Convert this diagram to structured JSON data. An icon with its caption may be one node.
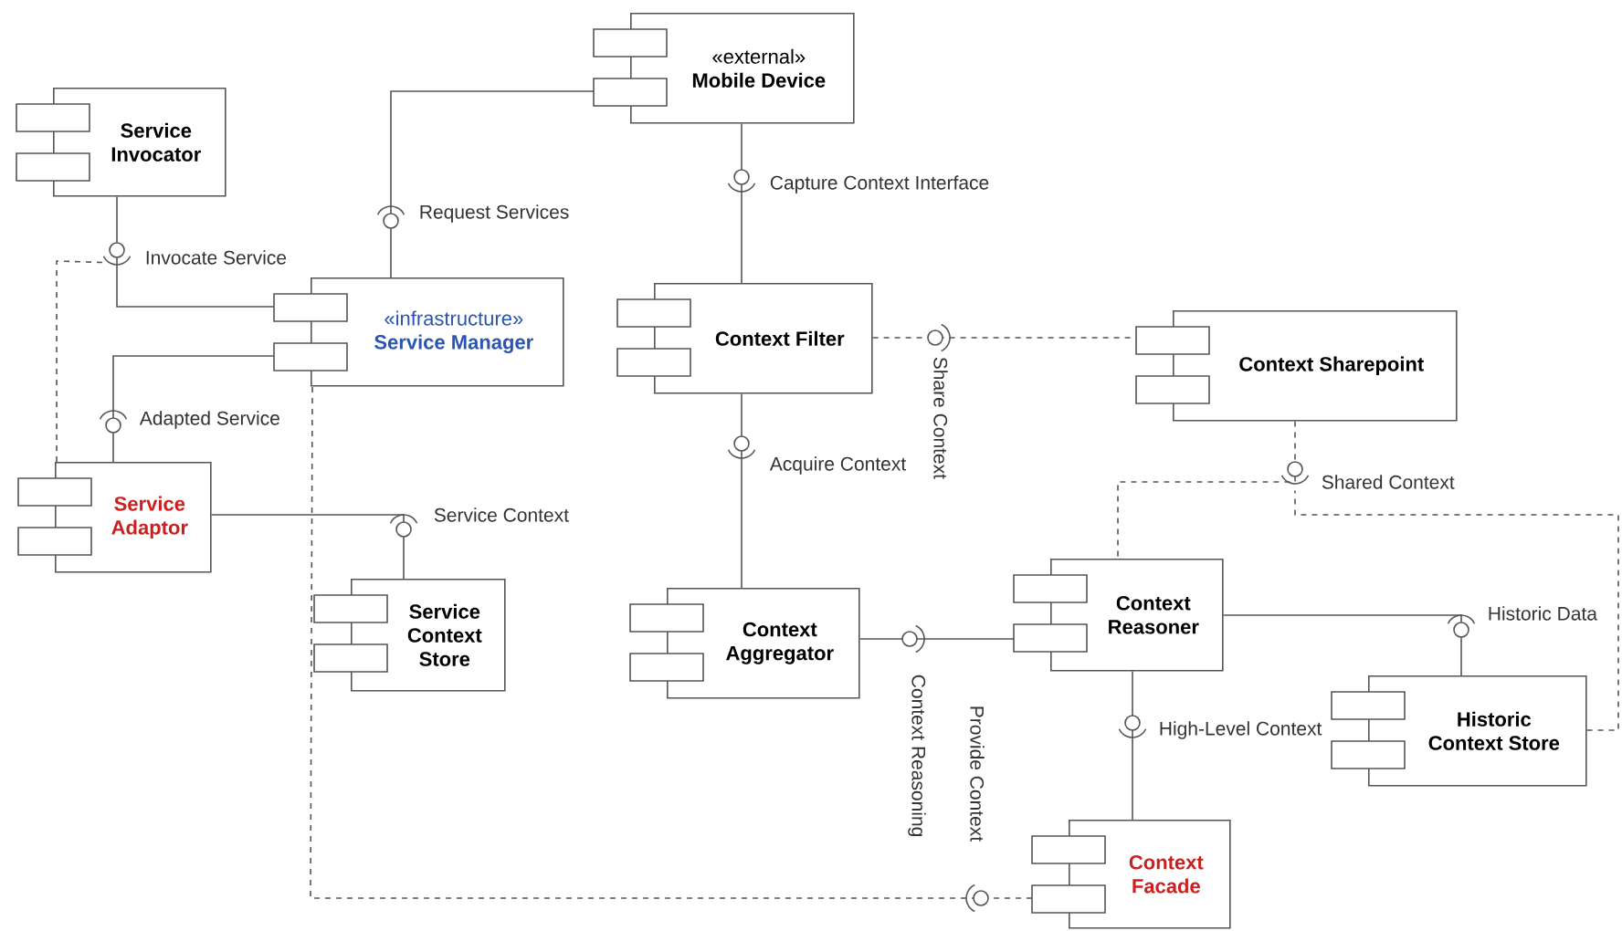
{
  "diagram": {
    "nodes": [
      {
        "text": [
          "«external»",
          "Mobile Device"
        ]
      },
      {
        "text": [
          "Service Invocator"
        ]
      },
      {
        "text": [
          "«infrastructure»",
          "Service Manager"
        ]
      },
      {
        "text": [
          "Context Filter"
        ]
      },
      {
        "text": [
          "Context Sharepoint"
        ]
      },
      {
        "text": [
          "Service Adaptor"
        ]
      },
      {
        "text": [
          "Service Context Store"
        ]
      },
      {
        "text": [
          "Context Aggregator"
        ]
      },
      {
        "text": [
          "Context Reasoner"
        ]
      },
      {
        "text": [
          "Historic Context Store"
        ]
      },
      {
        "text": [
          "Context Facade"
        ]
      }
    ],
    "edges": [
      {
        "from": 2,
        "to": 0,
        "arrow": "none",
        "label": "Request Services"
      },
      {
        "from": 1,
        "to": 2,
        "arrow": "none",
        "label": "Invocate Service"
      },
      {
        "from": 5,
        "to": 1,
        "arrow": "none",
        "style": "dashed"
      },
      {
        "from": 0,
        "to": 3,
        "arrow": "none",
        "label": "Capture Context Interface"
      },
      {
        "from": 5,
        "to": 2,
        "arrow": "none",
        "label": "Adapted Service"
      },
      {
        "from": 3,
        "to": 4,
        "arrow": "none",
        "label": "Share Context",
        "style": "dashed"
      },
      {
        "from": 3,
        "to": 7,
        "arrow": "none",
        "label": "Acquire Context"
      },
      {
        "from": 6,
        "to": 5,
        "arrow": "none",
        "label": "Service Context"
      },
      {
        "from": 10,
        "to": 2,
        "arrow": "none",
        "label": "Provide Context",
        "style": "dashed"
      },
      {
        "from": 4,
        "to": 8,
        "arrow": "none",
        "label": "Shared Context",
        "style": "dashed"
      },
      {
        "from": 9,
        "to": 4,
        "arrow": "none",
        "style": "dashed"
      },
      {
        "from": 7,
        "to": 8,
        "arrow": "none",
        "label": "Context Reasoning"
      },
      {
        "from": 9,
        "to": 8,
        "arrow": "none",
        "label": "Historic Data"
      },
      {
        "from": 8,
        "to": 10,
        "arrow": "none",
        "label": "High-Level Context"
      }
    ]
  }
}
